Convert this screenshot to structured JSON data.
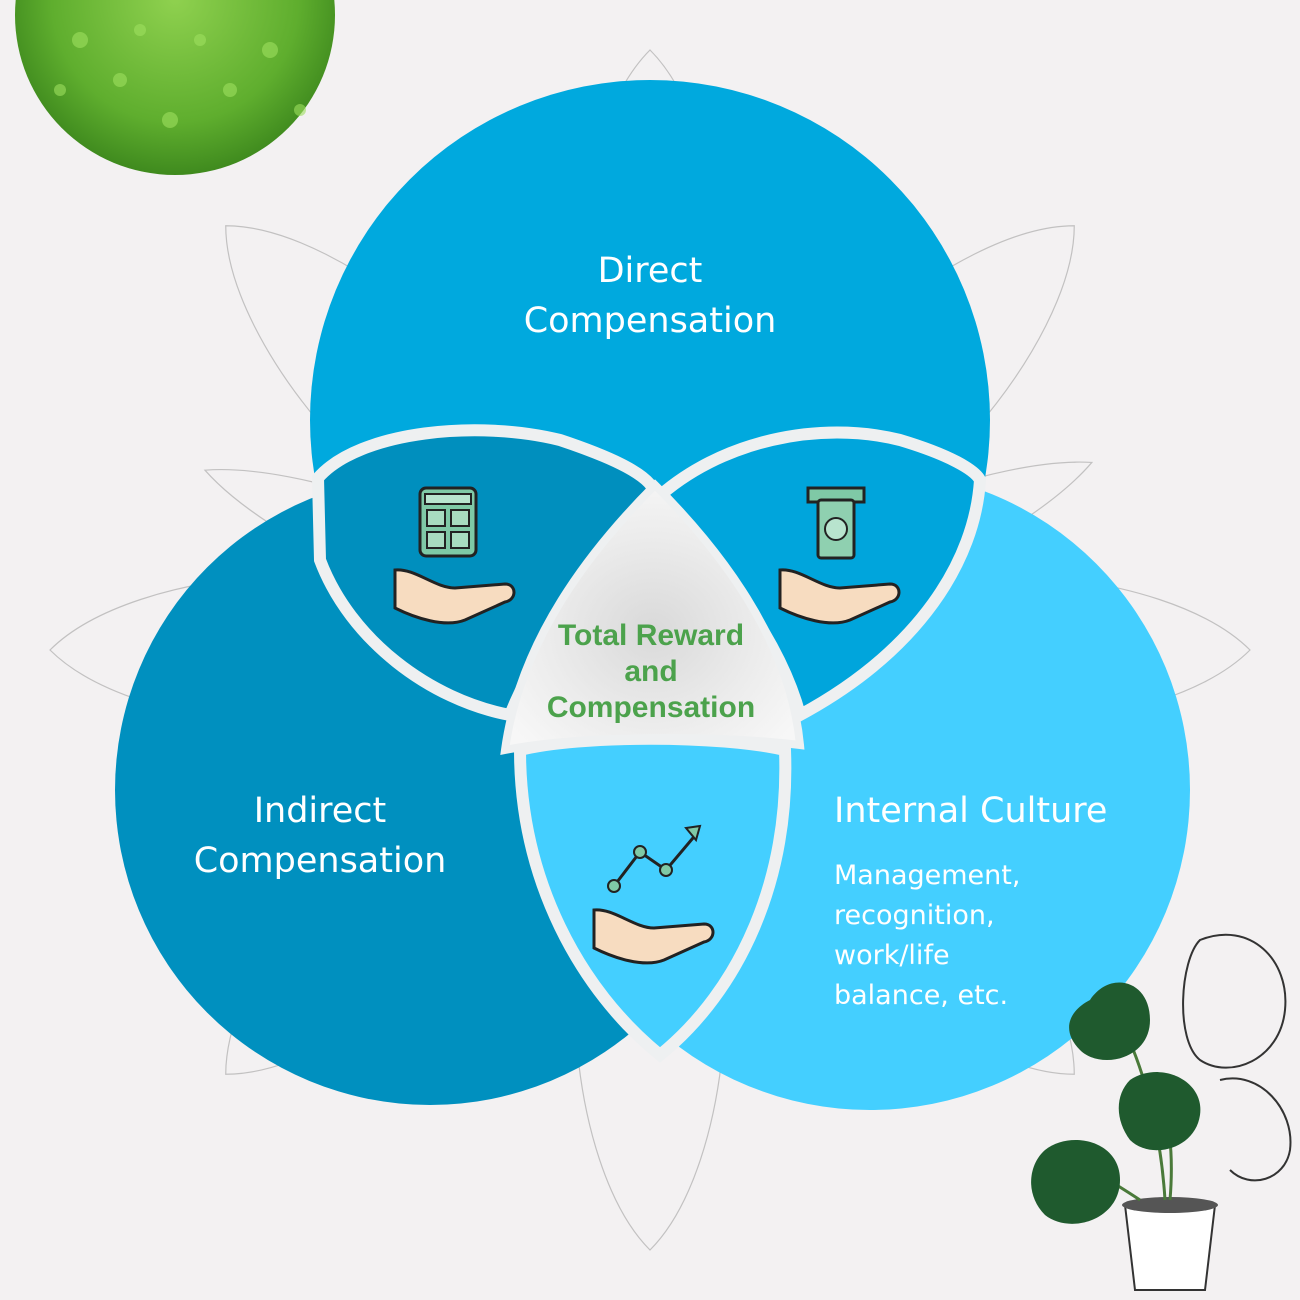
{
  "diagram": {
    "circles": {
      "direct": {
        "title": "Direct\nCompensation",
        "color": "#00a9de"
      },
      "indirect": {
        "title": "Indirect\nCompensation",
        "color": "#0090bf"
      },
      "culture": {
        "title": "Internal Culture",
        "body": "Management,\nrecognition,\nwork/life\nbalance, etc.",
        "color": "#44cfff"
      }
    },
    "center": {
      "title": "Total Reward\nand\nCompensation",
      "color": "#4ca24c"
    },
    "icons": {
      "left_overlap": "calculator-on-hand-icon",
      "right_overlap": "cash-withdrawal-on-hand-icon",
      "bottom_overlap": "growth-chart-on-hand-icon"
    },
    "decorations": [
      "boxwood-shrub-icon",
      "monstera-plant-icon",
      "flower-sketch-background"
    ]
  }
}
